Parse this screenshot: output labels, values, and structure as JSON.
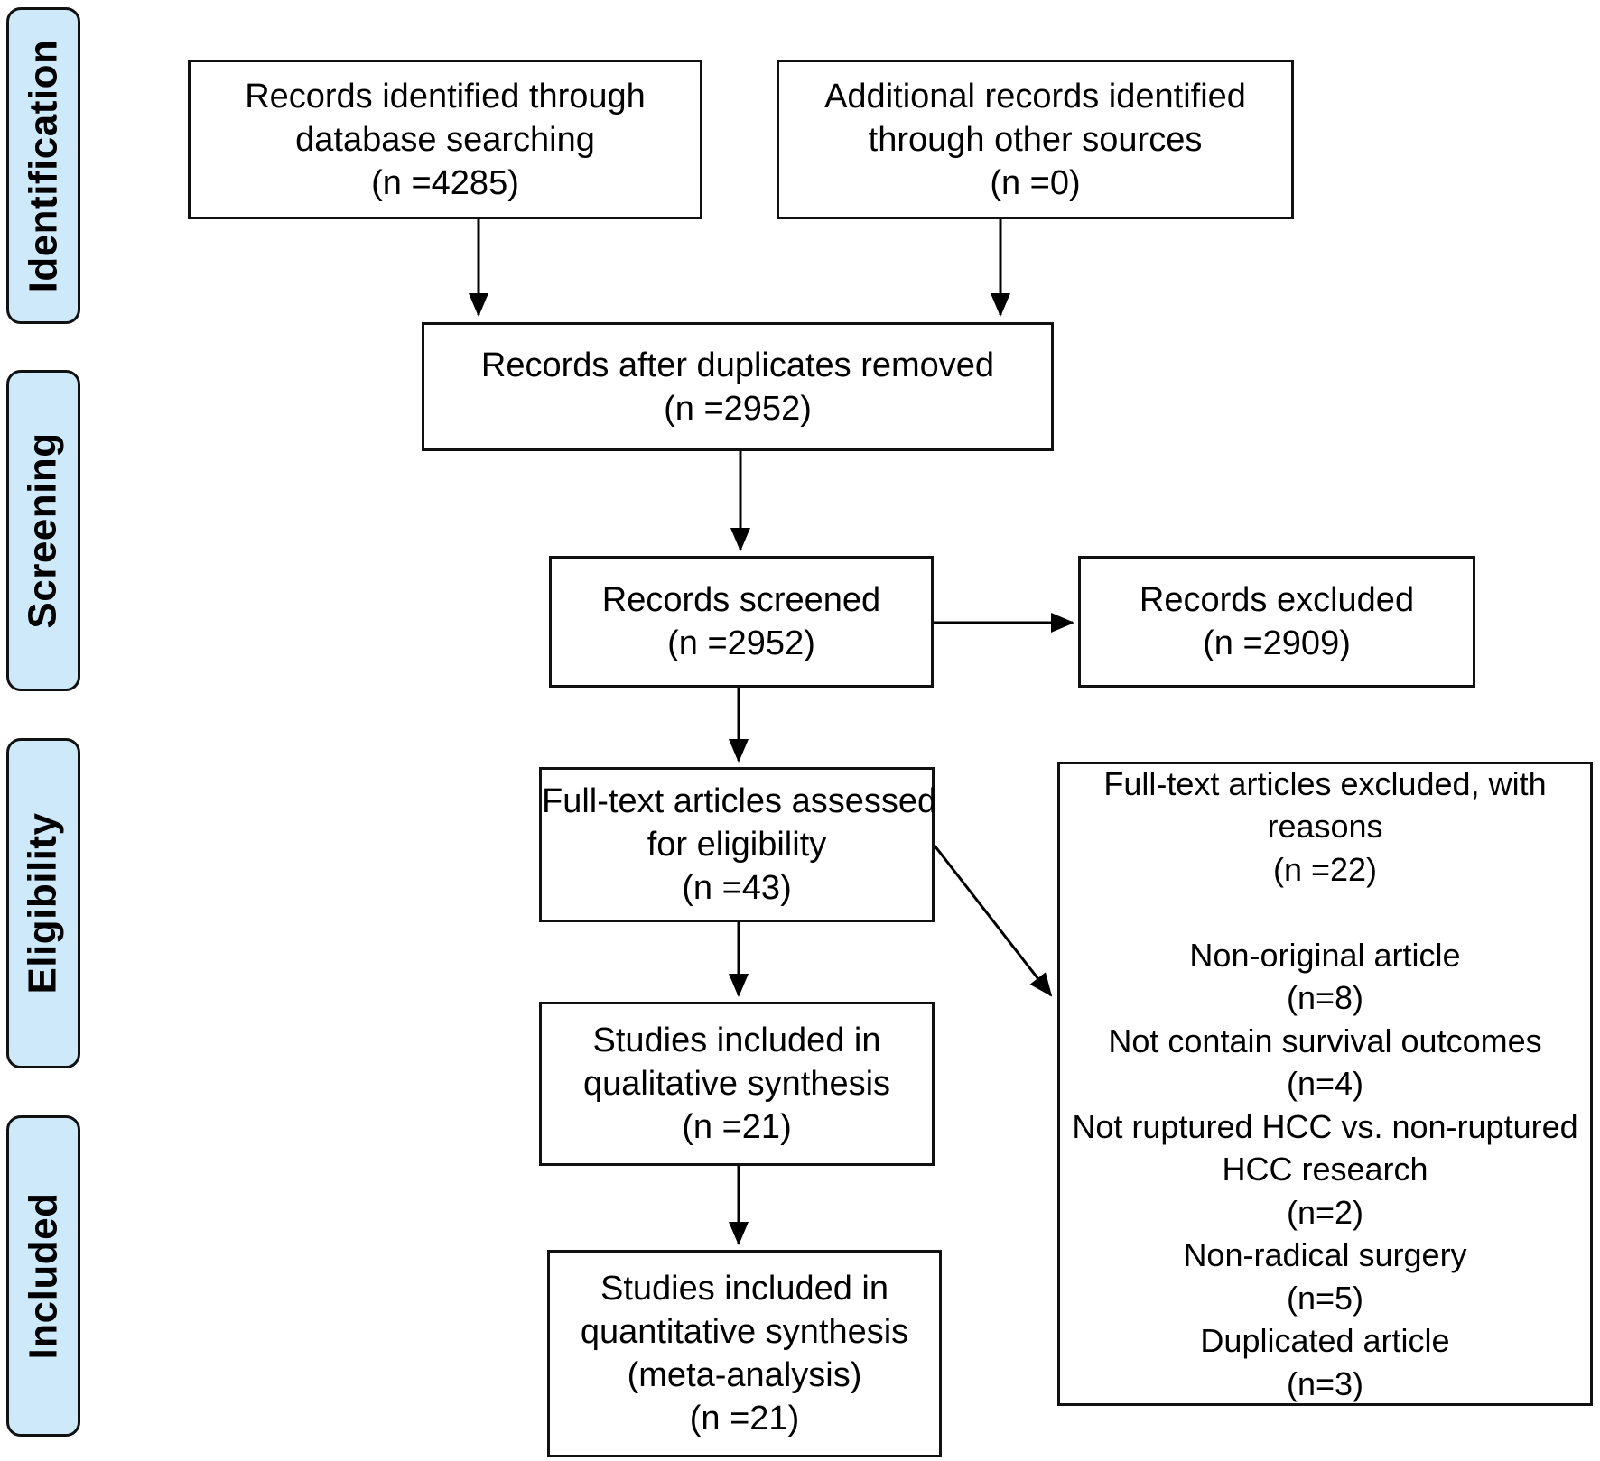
{
  "stages": [
    {
      "label": "Identification"
    },
    {
      "label": "Screening"
    },
    {
      "label": "Eligibility"
    },
    {
      "label": "Included"
    }
  ],
  "boxes": {
    "identified": {
      "lines": [
        "Records identified through",
        "database searching",
        "(n =4285)"
      ]
    },
    "additional": {
      "lines": [
        "Additional records identified",
        "through other sources",
        "(n =0)"
      ]
    },
    "deduplicated": {
      "lines": [
        "Records after duplicates removed",
        "(n =2952)"
      ]
    },
    "screened": {
      "lines": [
        "Records screened",
        "(n =2952)"
      ]
    },
    "excluded": {
      "lines": [
        "Records excluded",
        "(n =2909)"
      ]
    },
    "fulltext": {
      "lines": [
        "Full-text articles assessed",
        "for eligibility",
        "(n =43)"
      ]
    },
    "fulltext_excluded": {
      "lines": [
        "Full-text articles excluded, with",
        "reasons",
        "(n =22)",
        "",
        "Non-original article",
        "(n=8)",
        "Not contain survival outcomes",
        "(n=4)",
        "Not ruptured HCC vs. non-ruptured",
        "HCC research",
        "(n=2)",
        "Non-radical surgery",
        "(n=5)",
        "Duplicated article",
        "(n=3)"
      ]
    },
    "qualitative": {
      "lines": [
        "Studies included in",
        "qualitative synthesis",
        "(n =21)"
      ]
    },
    "quantitative": {
      "lines": [
        "Studies included in",
        "quantitative synthesis",
        "(meta-analysis)",
        "(n =21)"
      ]
    }
  },
  "colors": {
    "stage_fill": "#cde9fa",
    "box_bg": "#ffffff",
    "border": "#111111",
    "arrow": "#000000",
    "text": "#000000"
  }
}
